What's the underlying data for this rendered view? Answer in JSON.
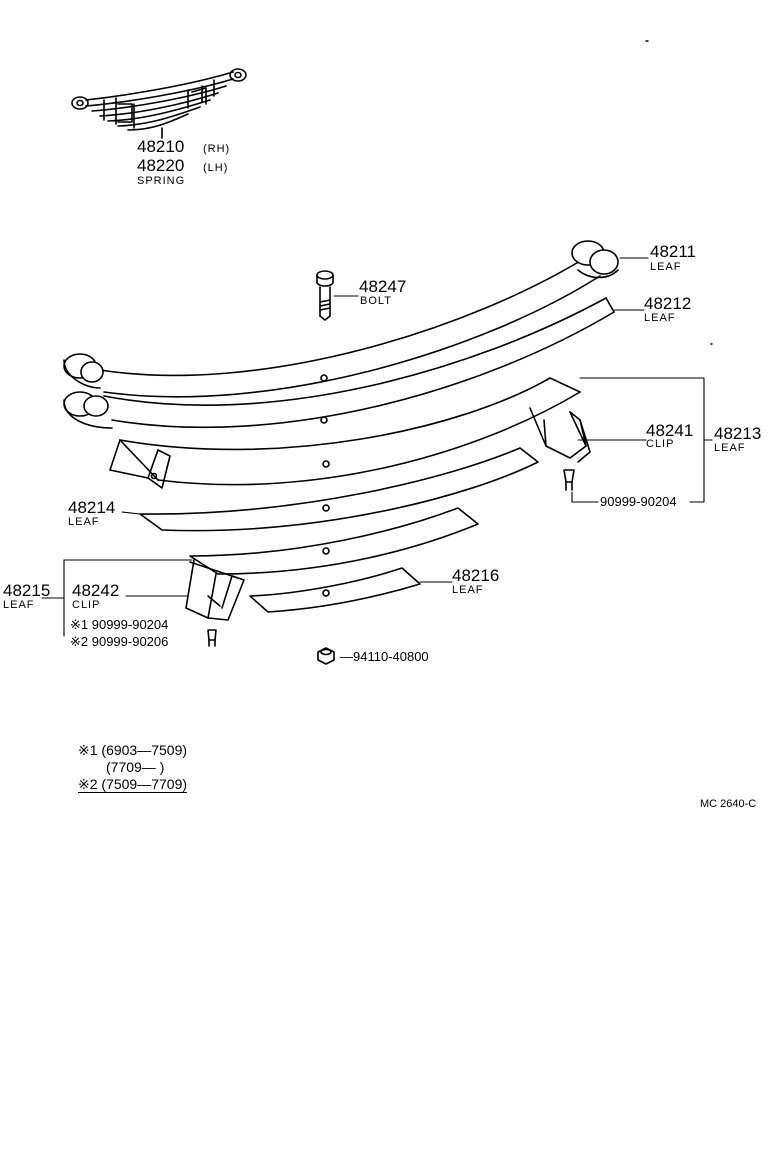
{
  "spring": {
    "pn_rh": "48210",
    "side_rh": "(RH)",
    "pn_lh": "48220",
    "side_lh": "(LH)",
    "name": "SPRING"
  },
  "parts": {
    "leaf_48211": {
      "pn": "48211",
      "name": "LEAF"
    },
    "leaf_48212": {
      "pn": "48212",
      "name": "LEAF"
    },
    "bolt_48247": {
      "pn": "48247",
      "name": "BOLT"
    },
    "leaf_48213": {
      "pn": "48213",
      "name": "LEAF"
    },
    "clip_48241": {
      "pn": "48241",
      "name": "CLIP"
    },
    "rivet_90999_90204": {
      "pn": "90999-90204"
    },
    "leaf_48214": {
      "pn": "48214",
      "name": "LEAF"
    },
    "leaf_48215": {
      "pn": "48215",
      "name": "LEAF"
    },
    "clip_48242": {
      "pn": "48242",
      "name": "CLIP"
    },
    "leaf_48216": {
      "pn": "48216",
      "name": "LEAF"
    },
    "rivet_note1": {
      "pn": "※1 90999-90204"
    },
    "rivet_note2": {
      "pn": "※2 90999-90206"
    },
    "nut_94110": {
      "pn": "—94110-40800"
    }
  },
  "notes": {
    "line1": "※1 (6903—7509)",
    "line2": "(7709—          )",
    "line3": "※2 (7509—7709)"
  },
  "drawing_code": "MC 2640-C"
}
